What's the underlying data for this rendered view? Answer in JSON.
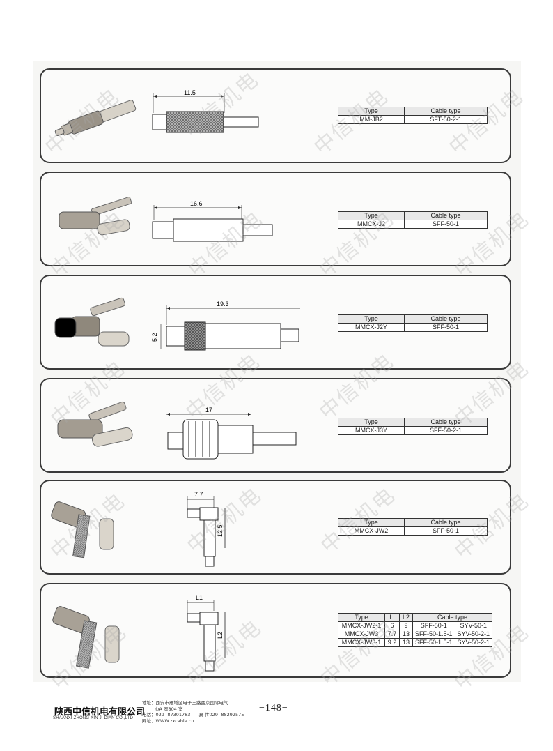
{
  "watermark": "中信机电",
  "panels": [
    {
      "id": "mm-jb2",
      "dims": [
        "11.5"
      ],
      "table": {
        "headers": [
          "Type",
          "Cable type"
        ],
        "rows": [
          [
            "MM-JB2",
            "SFT-50-2-1"
          ]
        ]
      }
    },
    {
      "id": "mmcx-j2",
      "dims": [
        "16.6"
      ],
      "table": {
        "headers": [
          "Type",
          "Cable type"
        ],
        "rows": [
          [
            "MMCX-J2",
            "SFF-50-1"
          ]
        ]
      }
    },
    {
      "id": "mmcx-j2y",
      "dims": [
        "19.3",
        "5.2"
      ],
      "table": {
        "headers": [
          "Type",
          "Cable type"
        ],
        "rows": [
          [
            "MMCX-J2Y",
            "SFF-50-1"
          ]
        ]
      }
    },
    {
      "id": "mmcx-j3y",
      "dims": [
        "17"
      ],
      "table": {
        "headers": [
          "Type",
          "Cable type"
        ],
        "rows": [
          [
            "MMCX-J3Y",
            "SFF-50-2-1"
          ]
        ]
      }
    },
    {
      "id": "mmcx-jw2",
      "dims": [
        "7.7",
        "12.5"
      ],
      "table": {
        "headers": [
          "Type",
          "Cable type"
        ],
        "rows": [
          [
            "MMCX-JW2",
            "SFF-50-1"
          ]
        ]
      }
    },
    {
      "id": "mmcx-jw3",
      "dims": [
        "L1",
        "L2"
      ],
      "table": {
        "headers": [
          "Type",
          "LI",
          "L2",
          "Cable type"
        ],
        "rows": [
          [
            "MMCX-JW2-1",
            "6",
            "9",
            "SFF-50-1",
            "SYV-50-1"
          ],
          [
            "MMCX-JW3",
            "7.7",
            "13",
            "SFF-50-1.5-1",
            "SYV-50-2-1"
          ],
          [
            "MMCX-JW3-1",
            "9.2",
            "13",
            "SFF-50-1.5-1",
            "SYV-50-2-1"
          ]
        ]
      }
    }
  ],
  "footer": {
    "company_cn": "陕西中信机电有限公司",
    "company_en": "SHAANXI ZHONG XIN JI DIAN CO.,LTD",
    "address_line1": "地址：西安市雁塔区电子三路西京国际电气",
    "address_line2": "心A 座804 室",
    "phone": "电话：029- 87301783",
    "fax": "真 传029- 88292575",
    "website": "网址：WWW.zxcable.cn",
    "page_number": "−148−"
  }
}
